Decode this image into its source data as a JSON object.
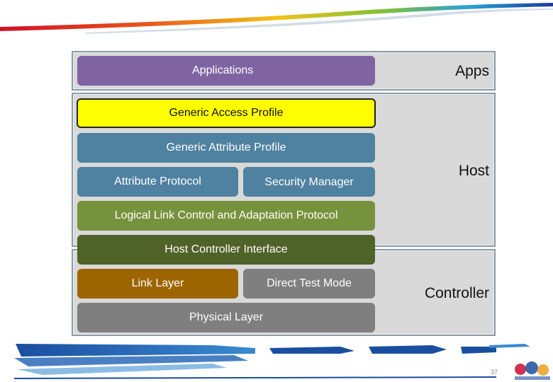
{
  "layers": {
    "apps": "Apps",
    "host": "Host",
    "controller": "Controller"
  },
  "blocks": {
    "applications": "Applications",
    "gap": "Generic Access Profile",
    "gatt": "Generic Attribute Profile",
    "att": "Attribute Protocol",
    "sm": "Security Manager",
    "l2cap": "Logical Link Control and Adaptation Protocol",
    "hci": "Host Controller Interface",
    "ll": "Link Layer",
    "dtm": "Direct Test Mode",
    "phy": "Physical Layer"
  },
  "page_number": "37",
  "colors": {
    "purple": "#8064a2",
    "yellow": "#ffff00",
    "steel_blue": "#4f81a0",
    "green": "#76923c",
    "dark_green": "#4f6228",
    "brown": "#9c6500",
    "gray": "#7f7f7f",
    "panel": "#d9d9d9"
  }
}
